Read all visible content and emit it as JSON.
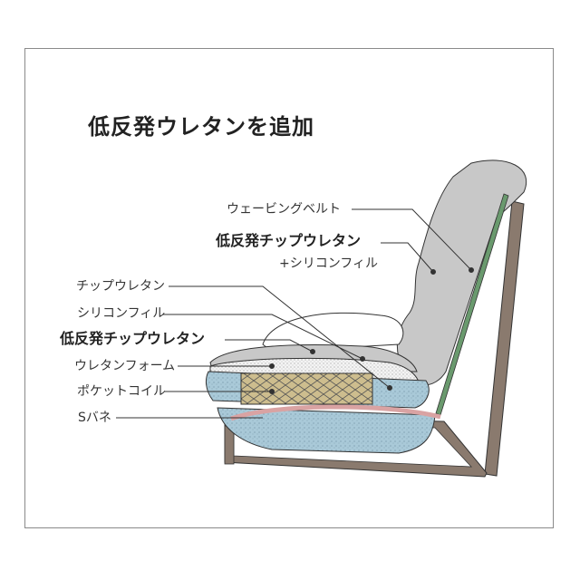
{
  "title": "低反発ウレタンを追加",
  "labels": {
    "webbing_belt": "ウェービングベルト",
    "back_chip": "低反発チップウレタン",
    "back_silicon": "+シリコンフィル",
    "seat_chip": "チップウレタン",
    "seat_silicon": "シリコンフィル",
    "seat_low_rebound": "低反発チップウレタン",
    "urethane_foam": "ウレタンフォーム",
    "pocket_coil": "ポケットコイル",
    "s_spring": "Sバネ"
  },
  "colors": {
    "frame_wood": "#8a7a6e",
    "back_cushion": "#c8c8c8",
    "belt": "#6a9a6e",
    "foam_blue": "#a9c9d8",
    "s_spring": "#d9a3a3",
    "coil": "#c9b88a"
  }
}
